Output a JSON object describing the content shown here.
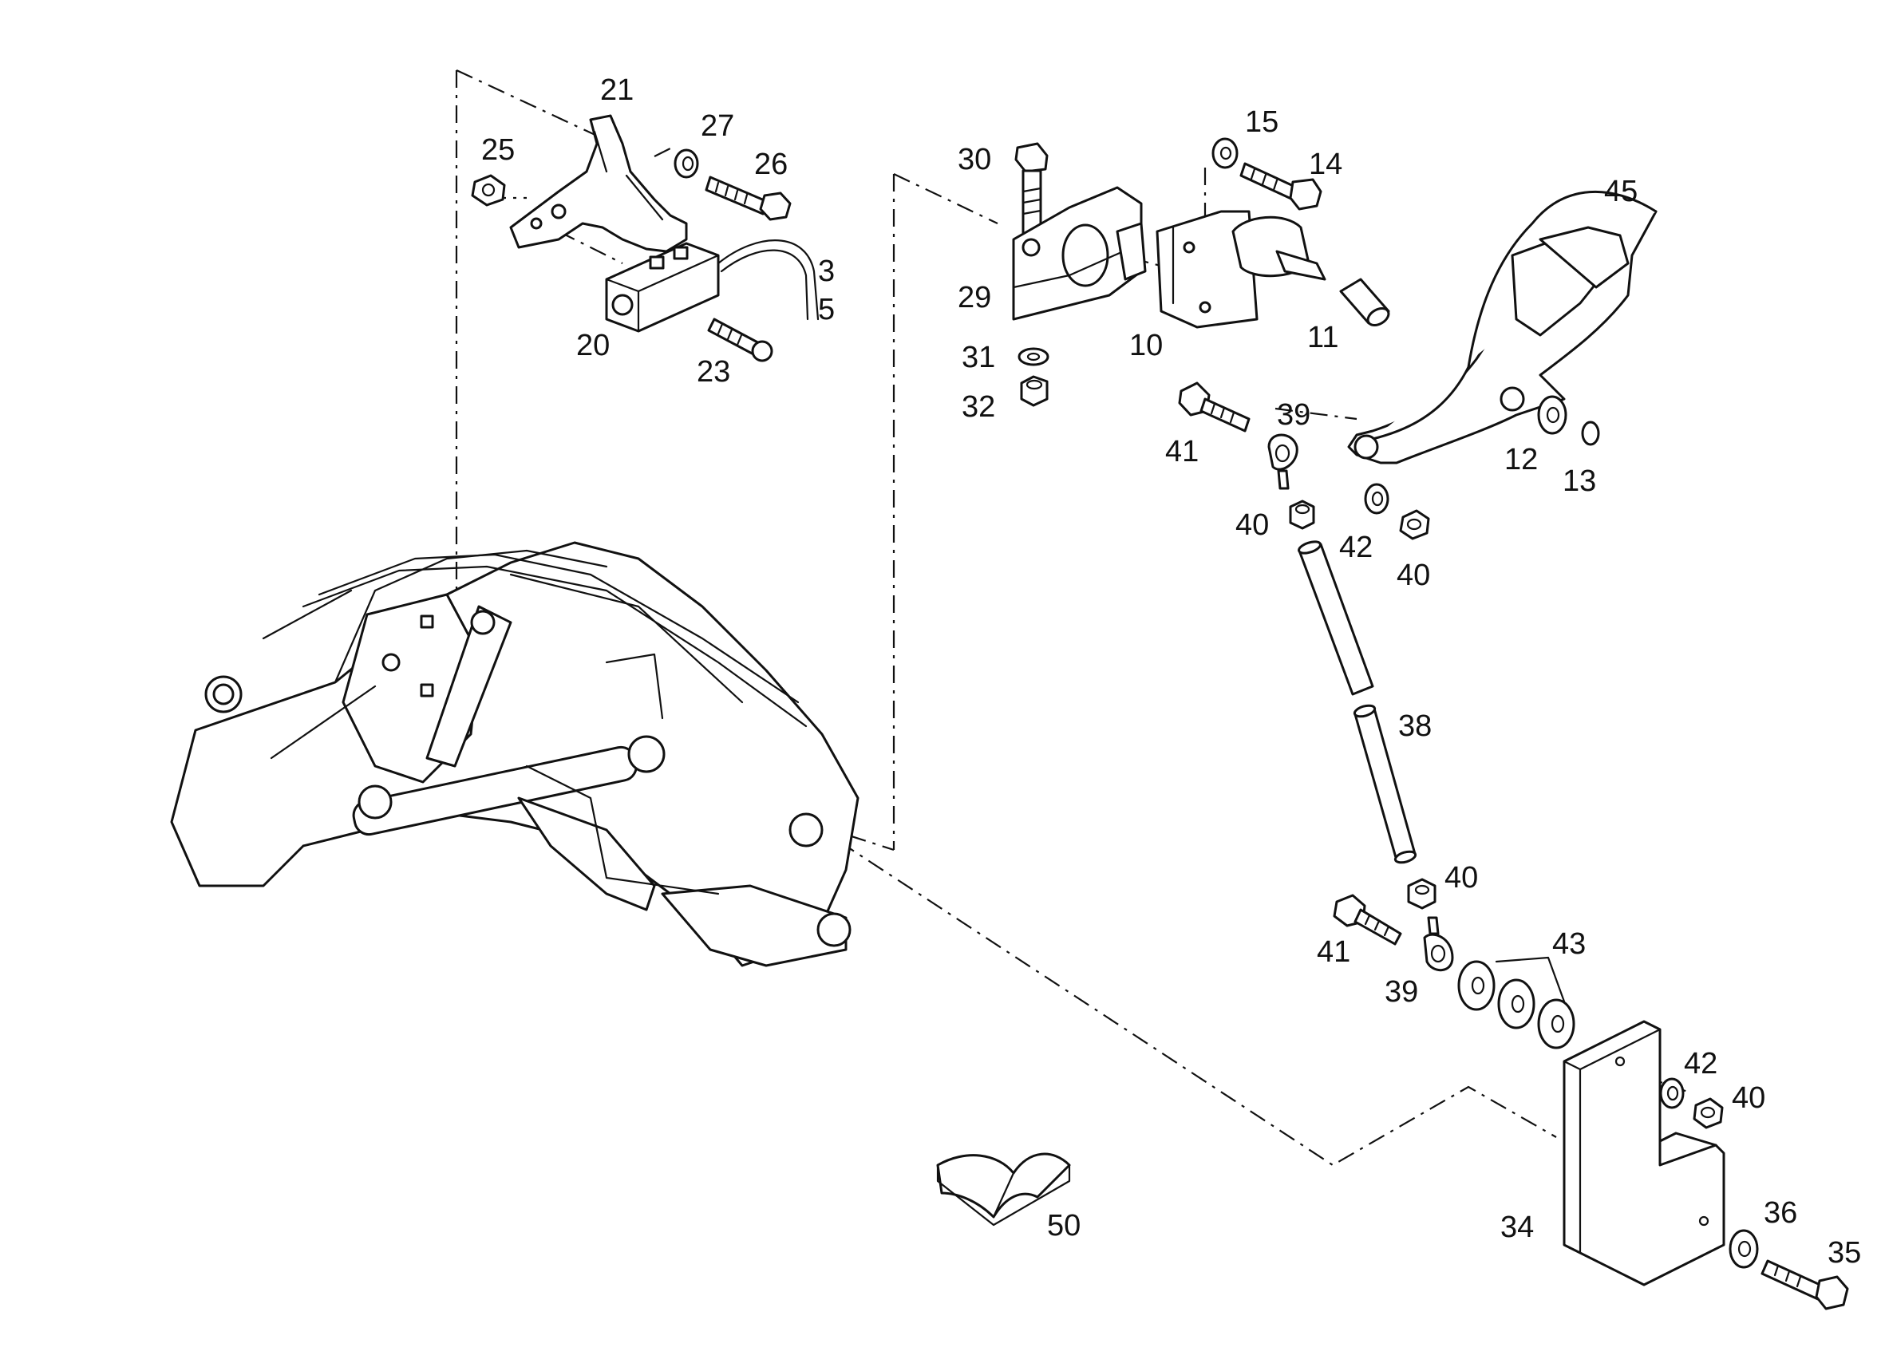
{
  "diagram": {
    "labels": {
      "p3": "3",
      "p5": "5",
      "p10": "10",
      "p11": "11",
      "p12": "12",
      "p13": "13",
      "p14": "14",
      "p15": "15",
      "p20": "20",
      "p21": "21",
      "p23": "23",
      "p25": "25",
      "p26": "26",
      "p27": "27",
      "p29": "29",
      "p30": "30",
      "p31": "31",
      "p32": "32",
      "p34": "34",
      "p35": "35",
      "p36": "36",
      "p38": "38",
      "p39a": "39",
      "p39b": "39",
      "p40a": "40",
      "p40b": "40",
      "p40c": "40",
      "p40d": "40",
      "p41a": "41",
      "p41b": "41",
      "p42a": "42",
      "p42b": "42",
      "p43": "43",
      "p45": "45",
      "p50": "50"
    },
    "line_color": "#111111",
    "background": "#ffffff"
  }
}
